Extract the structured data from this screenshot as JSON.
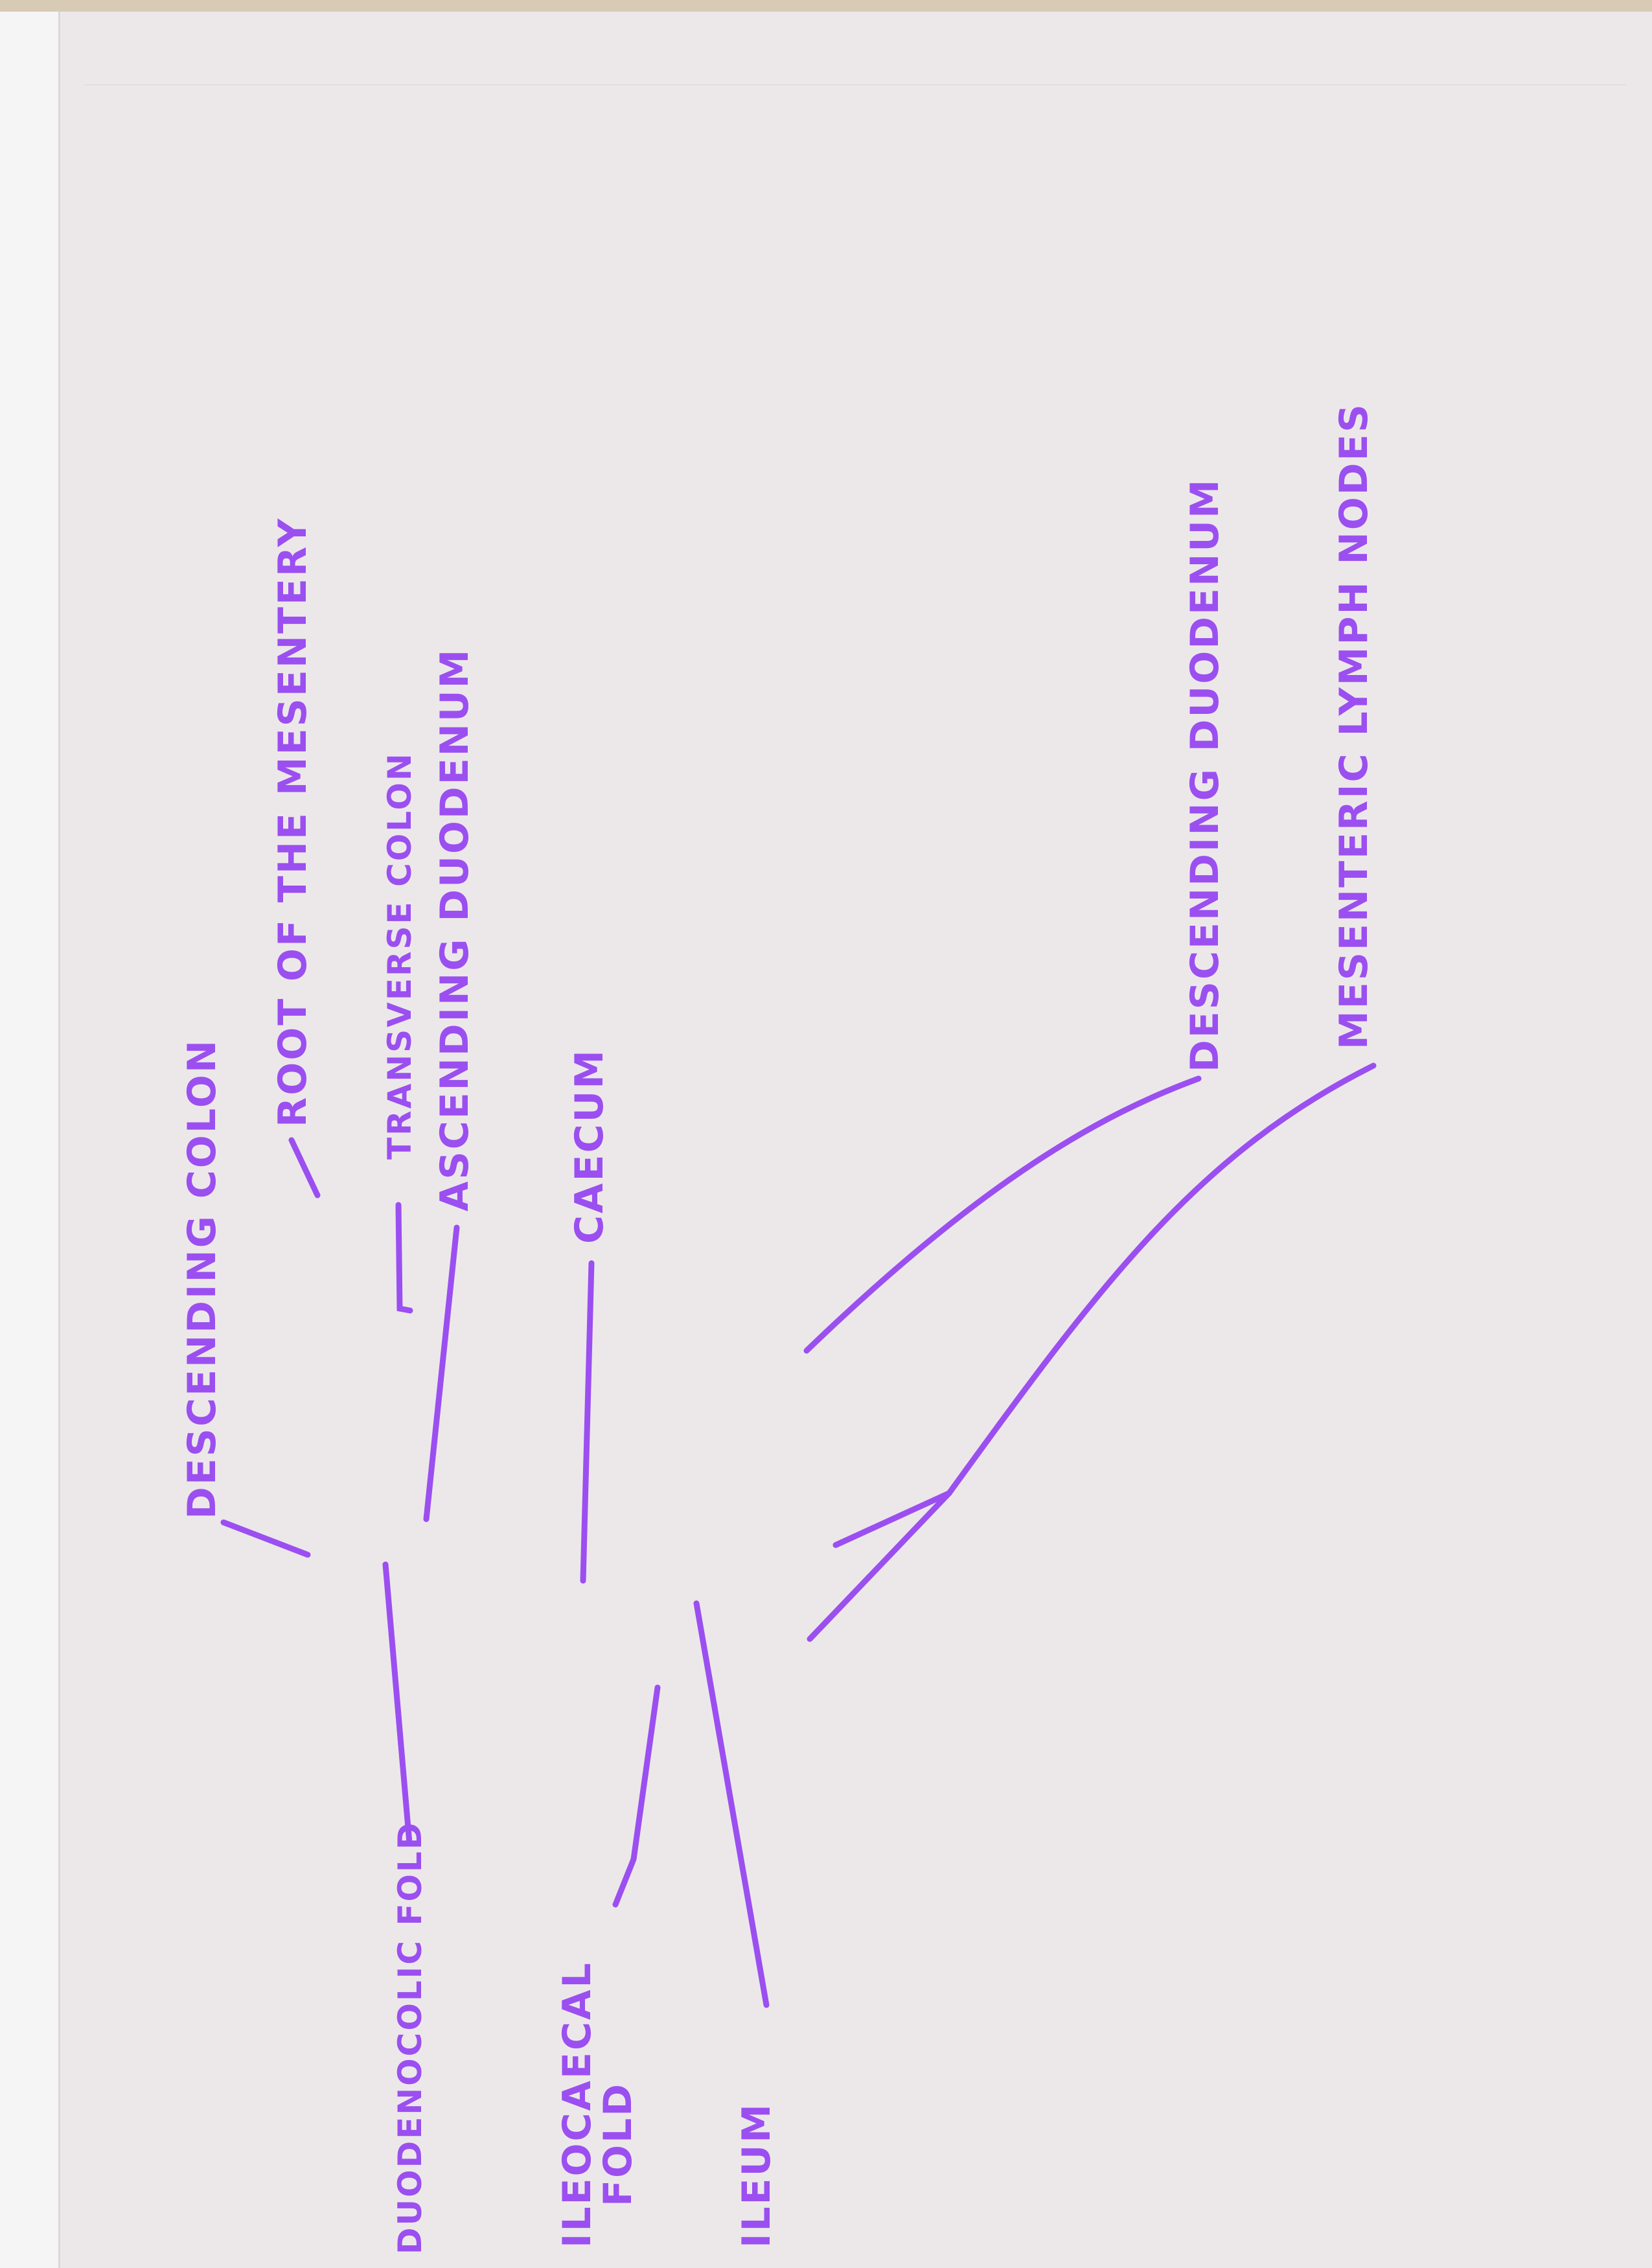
{
  "labels": {
    "descending_colon": "DESCENDING COLON",
    "root_of_mesentery": "ROOT OF THE MESENTERY",
    "transverse_colon": "TRANSVERSE COLON",
    "ascending_duodenum": "ASCENDING DUODENUM",
    "caecum": "CAECUM",
    "descending_duodenum": "DESCENDING DUODENUM",
    "mesenteric_lymph_nodes": "MESENTERIC LYMPH NODES",
    "duodenocolic_fold": "DUODENOCOLIC FOLD",
    "ileocaecal_fold": "ILEOCAECAL FOLD",
    "ileum": "ILEUM"
  },
  "colors": {
    "ink": "#9b4ff0",
    "paper": "#ece8ea"
  }
}
